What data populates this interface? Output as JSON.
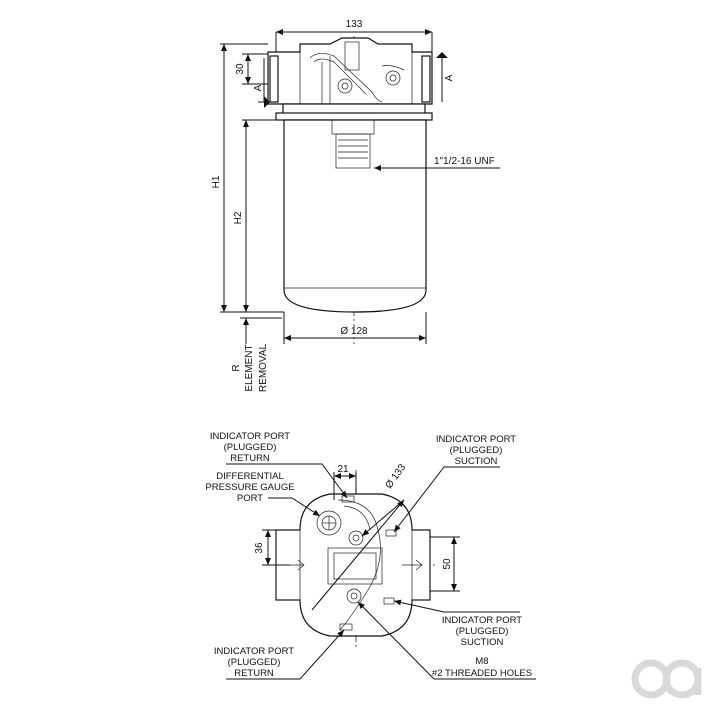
{
  "side_view": {
    "width_dim": "133",
    "head_height_dim": "30",
    "section_left": "A",
    "section_right": "A",
    "overall_height": "H1",
    "element_height": "H2",
    "thread_spec": "1\"1/2-16 UNF",
    "diameter_dim": "Ø 128",
    "removal_lines": [
      "R",
      "ELEMENT",
      "REMOVAL"
    ]
  },
  "top_view": {
    "dim_21": "21",
    "dim_133": "Ø 133",
    "dim_36": "36",
    "dim_50": "50",
    "callout_return_top": [
      "INDICATOR PORT",
      "(PLUGGED)",
      "RETURN"
    ],
    "callout_diff_gauge": [
      "DIFFERENTIAL",
      "PRESSURE GAUGE",
      "PORT"
    ],
    "callout_suction_top": [
      "INDICATOR PORT",
      "(PLUGGED)",
      "SUCTION"
    ],
    "callout_suction_bottom": [
      "INDICATOR PORT",
      "(PLUGGED)",
      "SUCTION"
    ],
    "callout_return_bottom": [
      "INDICATOR PORT",
      "(PLUGGED)",
      "RETURN"
    ],
    "callout_threaded": [
      "M8",
      "#2 THREADED HOLES"
    ]
  },
  "logo": {
    "text": "ao",
    "color": "#d9d9d9"
  }
}
